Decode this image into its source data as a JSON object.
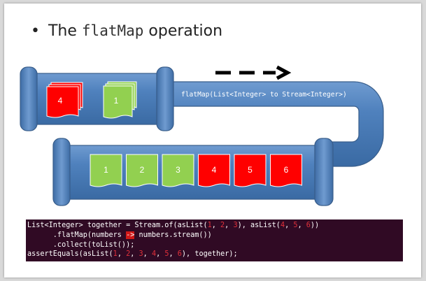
{
  "heading": {
    "bullet": "•",
    "prefix": "The",
    "method": "flatMap",
    "suffix": "operation"
  },
  "diagram": {
    "colors": {
      "pipe": "#4f81bd",
      "pipe_dark": "#385d8a",
      "pipe_light": "#6f9bd0",
      "green": "#92d050",
      "red": "#ff0000"
    },
    "pipe_label": "flatMap(List<Integer> to Stream<Integer>)",
    "top_stacks": [
      {
        "label": "4",
        "color": "red"
      },
      {
        "label": "1",
        "color": "green"
      }
    ],
    "bottom_items": [
      {
        "label": "1",
        "color": "green"
      },
      {
        "label": "2",
        "color": "green"
      },
      {
        "label": "3",
        "color": "green"
      },
      {
        "label": "4",
        "color": "red"
      },
      {
        "label": "5",
        "color": "red"
      },
      {
        "label": "6",
        "color": "red"
      }
    ]
  },
  "code": {
    "line1": {
      "a": "List<Integer> together = Stream.of(asList(",
      "n1": "1",
      "s1": ", ",
      "n2": "2",
      "s2": ", ",
      "n3": "3",
      "b": "), asList(",
      "n4": "4",
      "s4": ", ",
      "n5": "5",
      "s5": ", ",
      "n6": "6",
      "c": "))"
    },
    "line2": {
      "a": "      .flatMap(numbers ",
      "arrow": "->",
      "b": " numbers.stream())"
    },
    "line3": {
      "a": "      .collect(toList());"
    },
    "line4": {
      "a": "assertEquals(asList(",
      "n1": "1",
      "s1": ", ",
      "n2": "2",
      "s2": ", ",
      "n3": "3",
      "s3": ", ",
      "n4": "4",
      "s4": ", ",
      "n5": "5",
      "s5": ", ",
      "n6": "6",
      "b": "), together);"
    }
  }
}
